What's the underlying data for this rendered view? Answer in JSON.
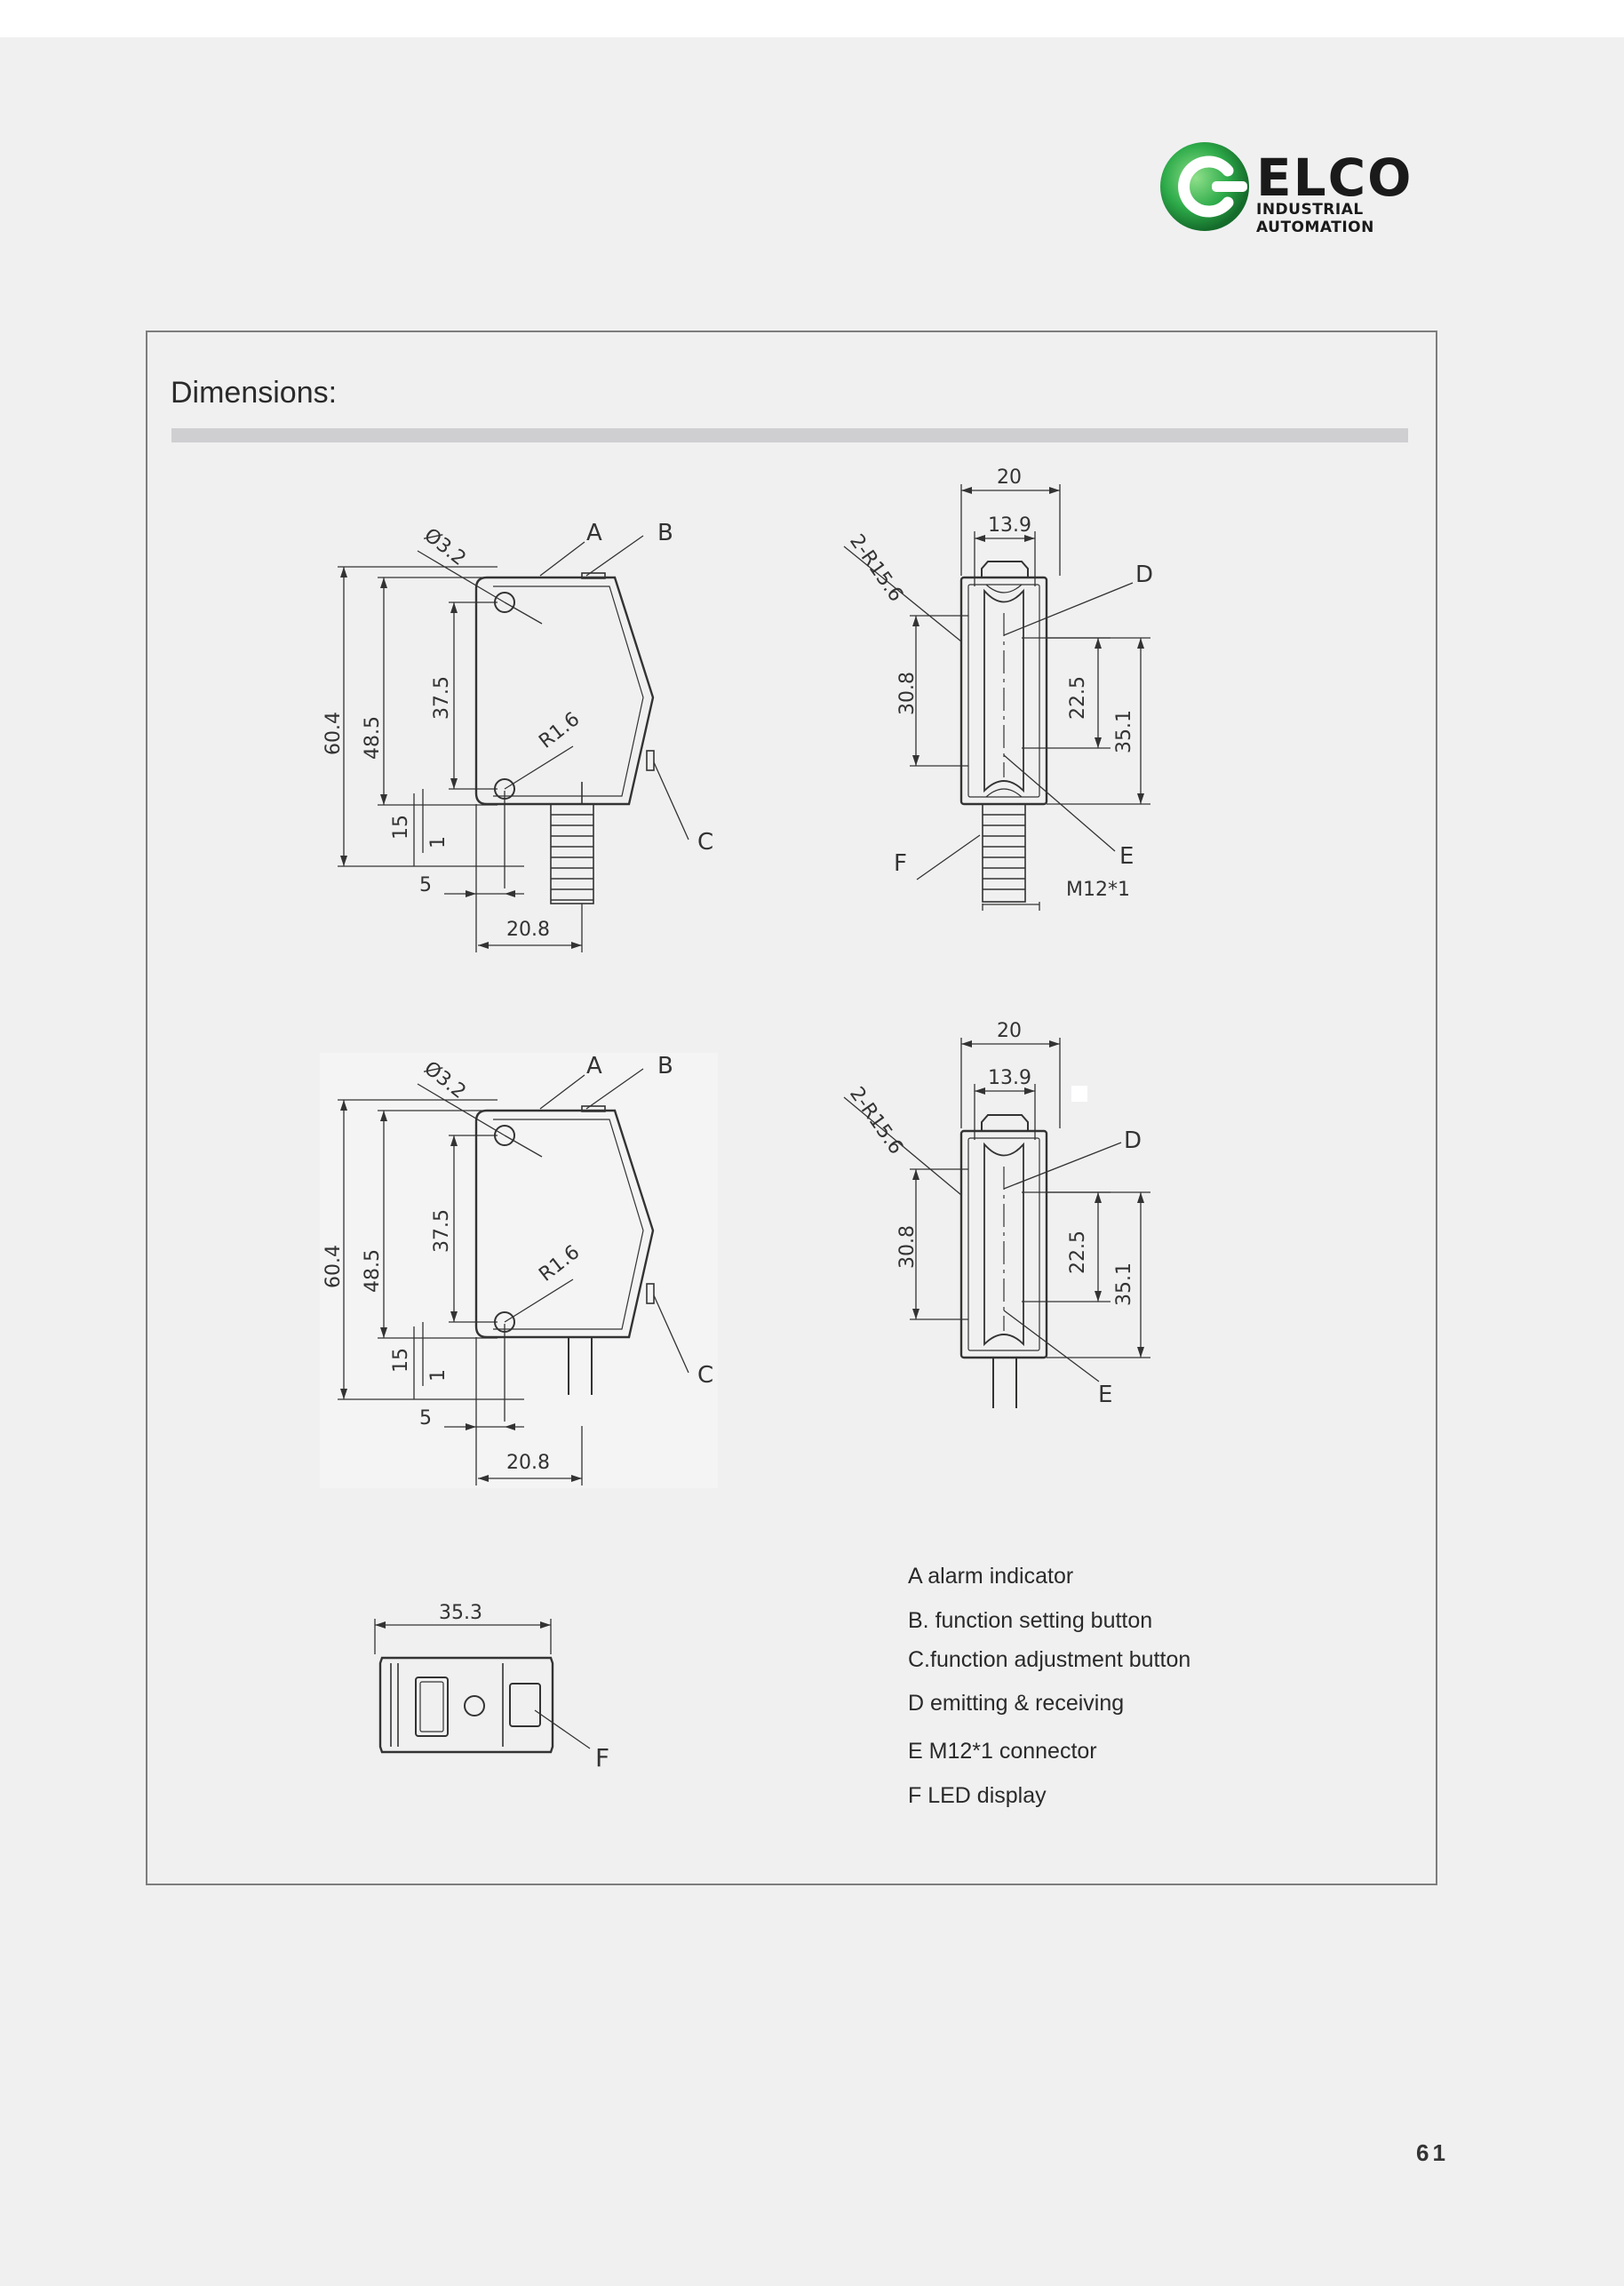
{
  "brand": {
    "name": "ELCO",
    "tagline": "INDUSTRIAL AUTOMATION",
    "colors": {
      "accent_green": "#2eab4a",
      "text": "#1a1a1a"
    }
  },
  "section": {
    "title": "Dimensions:"
  },
  "drawings": {
    "side_view_connector": {
      "callouts": [
        "A",
        "B",
        "C"
      ],
      "dims": {
        "hole": "Ø3.2",
        "radius": "R1.6",
        "overall_height": "60.4",
        "height_b": "48.5",
        "height_c": "37.5",
        "h15": "15",
        "h1": "1",
        "w5": "5",
        "width": "20.8"
      }
    },
    "front_view_connector": {
      "callouts": [
        "D",
        "E",
        "F"
      ],
      "dims": {
        "width": "20",
        "inner_width": "13.9",
        "radius": "2-R15.6",
        "h30_8": "30.8",
        "h22_5": "22.5",
        "h35_1": "35.1",
        "thread": "M12*1"
      }
    },
    "side_view_cable": {
      "callouts": [
        "A",
        "B",
        "C"
      ],
      "dims": {
        "hole": "Ø3.2",
        "radius": "R1.6",
        "overall_height": "60.4",
        "height_b": "48.5",
        "height_c": "37.5",
        "h15": "15",
        "h1": "1",
        "w5": "5",
        "width": "20.8"
      }
    },
    "front_view_cable": {
      "callouts": [
        "D",
        "E"
      ],
      "dims": {
        "width": "20",
        "inner_width": "13.9",
        "radius": "2-R15.6",
        "h30_8": "30.8",
        "h22_5": "22.5",
        "h35_1": "35.1"
      }
    },
    "top_view": {
      "callouts": [
        "F"
      ],
      "dims": {
        "length": "35.3"
      }
    }
  },
  "legend": [
    "A alarm indicator",
    "B. function setting button",
    "C.function adjustment button",
    "D emitting & receiving",
    "E M12*1 connector",
    "F LED display"
  ],
  "page_number": "61"
}
